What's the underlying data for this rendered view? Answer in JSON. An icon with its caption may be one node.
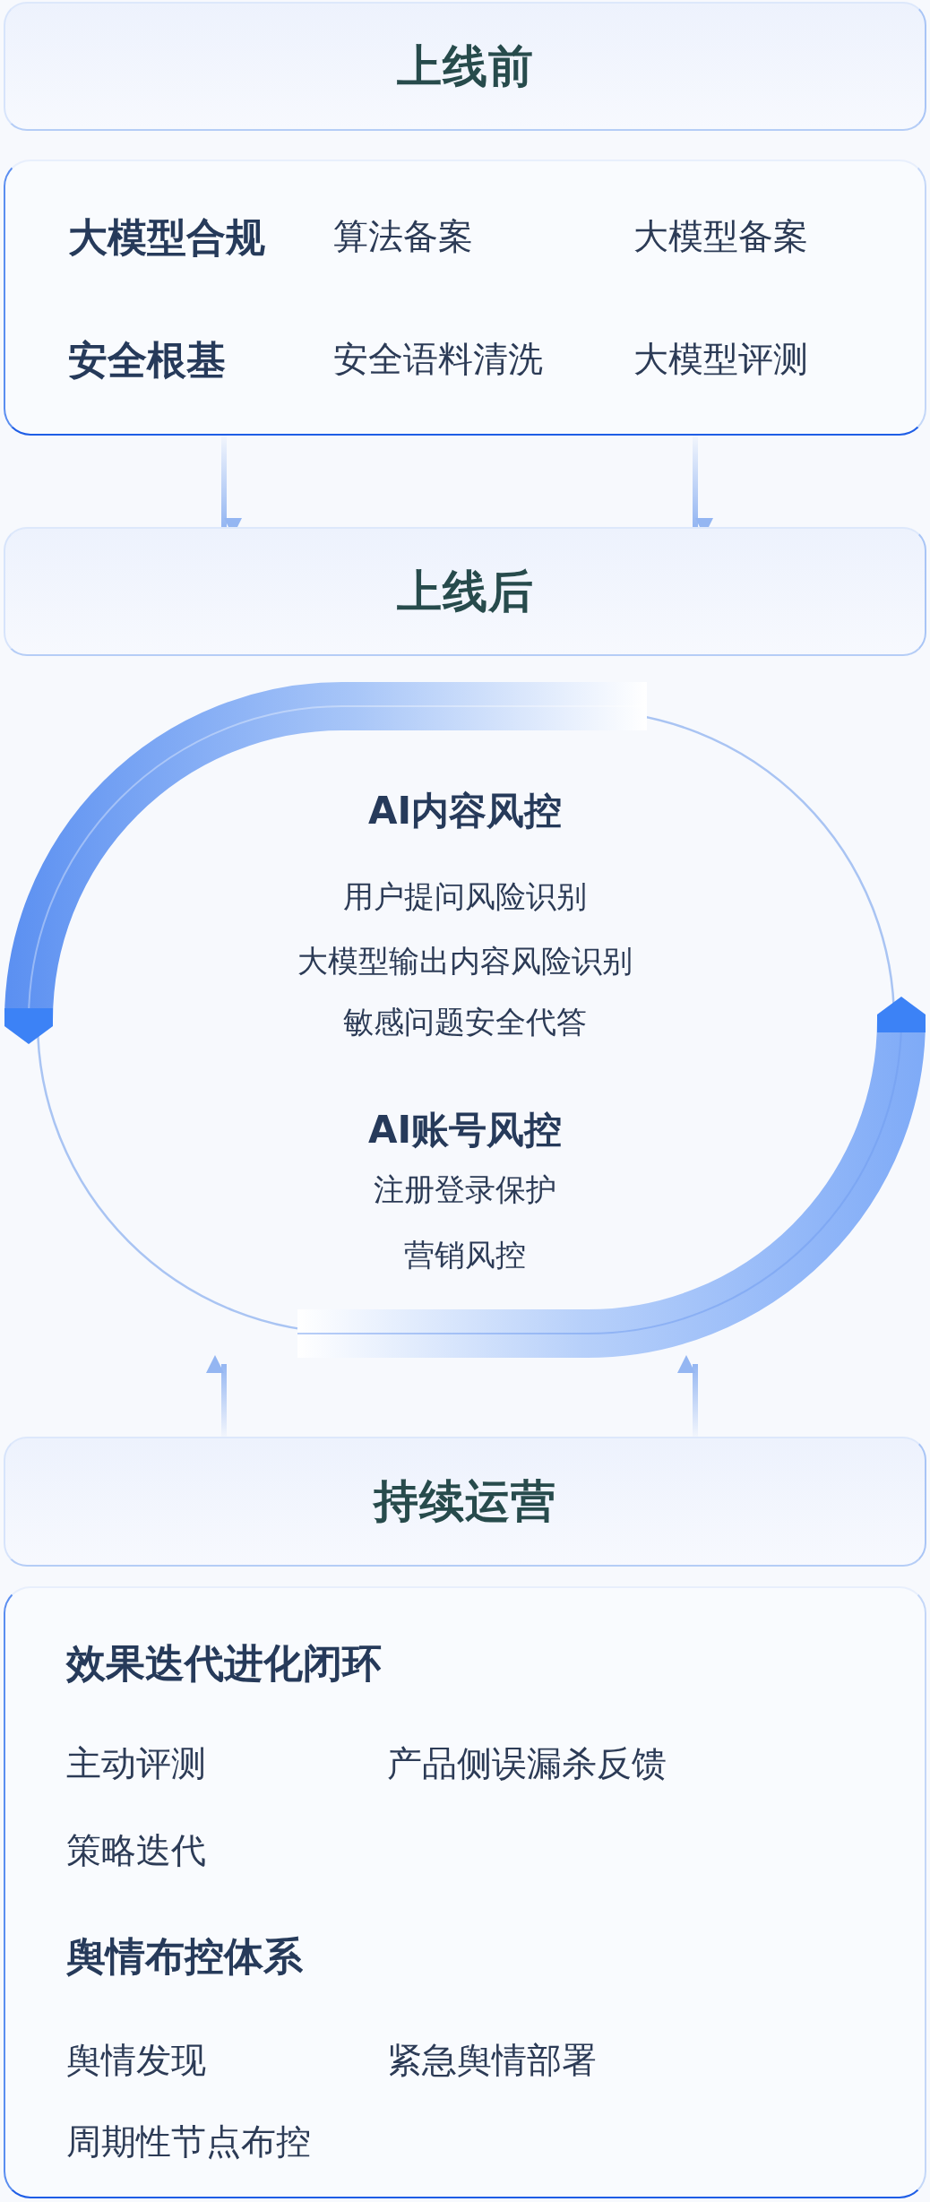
{
  "diagram": {
    "nodes": [
      {
        "text": [
          "上线前"
        ]
      },
      {
        "text": [
          "大模型合规",
          "算法备案",
          "大模型备案",
          "安全根基",
          "安全语料清洗",
          "大模型评测"
        ]
      },
      {
        "text": [
          "上线后"
        ]
      },
      {
        "text": [
          "AI内容风控",
          "用户提问风险识别",
          "大模型输出内容风险识别",
          "敏感问题安全代答",
          "AI账号风控",
          "注册登录保护",
          "营销风控"
        ]
      },
      {
        "text": [
          "持续运营"
        ]
      },
      {
        "text": [
          "效果迭代进化闭环",
          "主动评测",
          "产品侧误漏杀反馈",
          "策略迭代",
          "舆情布控体系",
          "舆情发现",
          "紧急舆情部署",
          "周期性节点布控"
        ]
      }
    ],
    "edges": [
      {
        "from": 1,
        "to": 2,
        "arrow": "to"
      },
      {
        "from": 1,
        "to": 2,
        "arrow": "to"
      },
      {
        "from": 4,
        "to": 3,
        "arrow": "to"
      },
      {
        "from": 4,
        "to": 3,
        "arrow": "to"
      }
    ]
  }
}
